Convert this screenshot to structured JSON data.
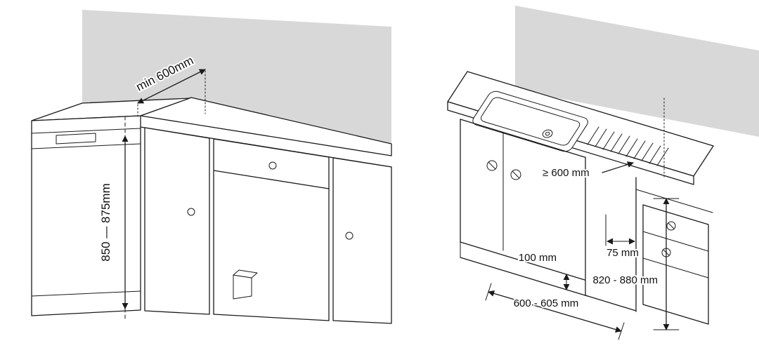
{
  "colors": {
    "wall_shade": "#d8d8d8",
    "line": "#1a1a1a",
    "background": "#ffffff"
  },
  "left_diagram": {
    "labels": {
      "counter_depth": "min 600mm",
      "niche_height": "850 — 875mm"
    }
  },
  "right_diagram": {
    "labels": {
      "counter_depth": "≥ 600 mm",
      "plinth_height": "100 mm",
      "drain_offset": "75 mm",
      "niche_height": "820 - 880 mm",
      "niche_width": "600 - 605 mm"
    }
  }
}
